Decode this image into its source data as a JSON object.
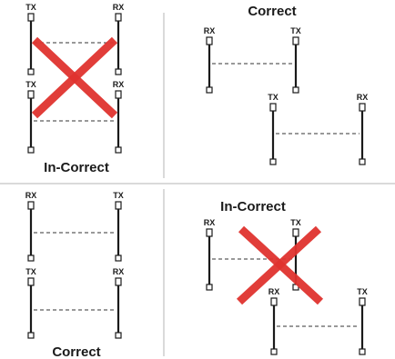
{
  "panels": [
    {
      "caption": "In-Correct",
      "verdict": "incorrect",
      "pairs": [
        {
          "left": "TX",
          "right": "RX"
        },
        {
          "left": "TX",
          "right": "RX"
        }
      ]
    },
    {
      "caption": "Correct",
      "verdict": "correct",
      "pairs": [
        {
          "left": "RX",
          "right": "TX"
        },
        {
          "left": "TX",
          "right": "RX"
        }
      ]
    },
    {
      "caption": "Correct",
      "verdict": "correct",
      "pairs": [
        {
          "left": "RX",
          "right": "TX"
        },
        {
          "left": "TX",
          "right": "RX"
        }
      ]
    },
    {
      "caption": "In-Correct",
      "verdict": "incorrect",
      "pairs": [
        {
          "left": "RX",
          "right": "TX"
        },
        {
          "left": "RX",
          "right": "TX"
        }
      ]
    }
  ],
  "colors": {
    "cross": "#e0332f",
    "separator": "#b5b5b5",
    "ink": "#1a1a1a"
  }
}
